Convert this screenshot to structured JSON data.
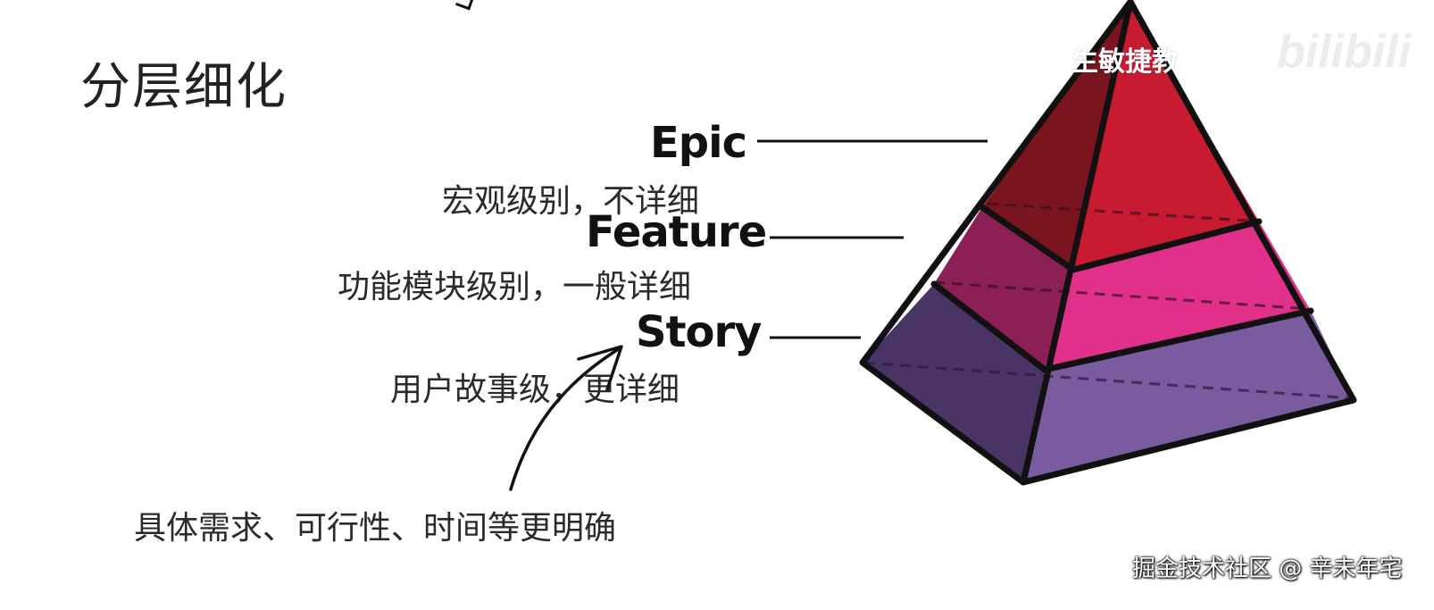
{
  "slide": {
    "title": "分层细化",
    "levels": [
      {
        "name": "Epic",
        "description": "宏观级别，不详细",
        "color": "#c0182a"
      },
      {
        "name": "Feature",
        "description": "功能模块级别，一般详细",
        "color": "#d42f7e"
      },
      {
        "name": "Story",
        "description": "用户故事级，更详细",
        "color": "#7a5a9e"
      }
    ],
    "note": "具体需求、可行性、时间等更明确"
  },
  "overlay": {
    "watermark_text": "生敏捷教",
    "logo": "bilibili",
    "credit": "掘金技术社区 @ 辛未年宅"
  }
}
